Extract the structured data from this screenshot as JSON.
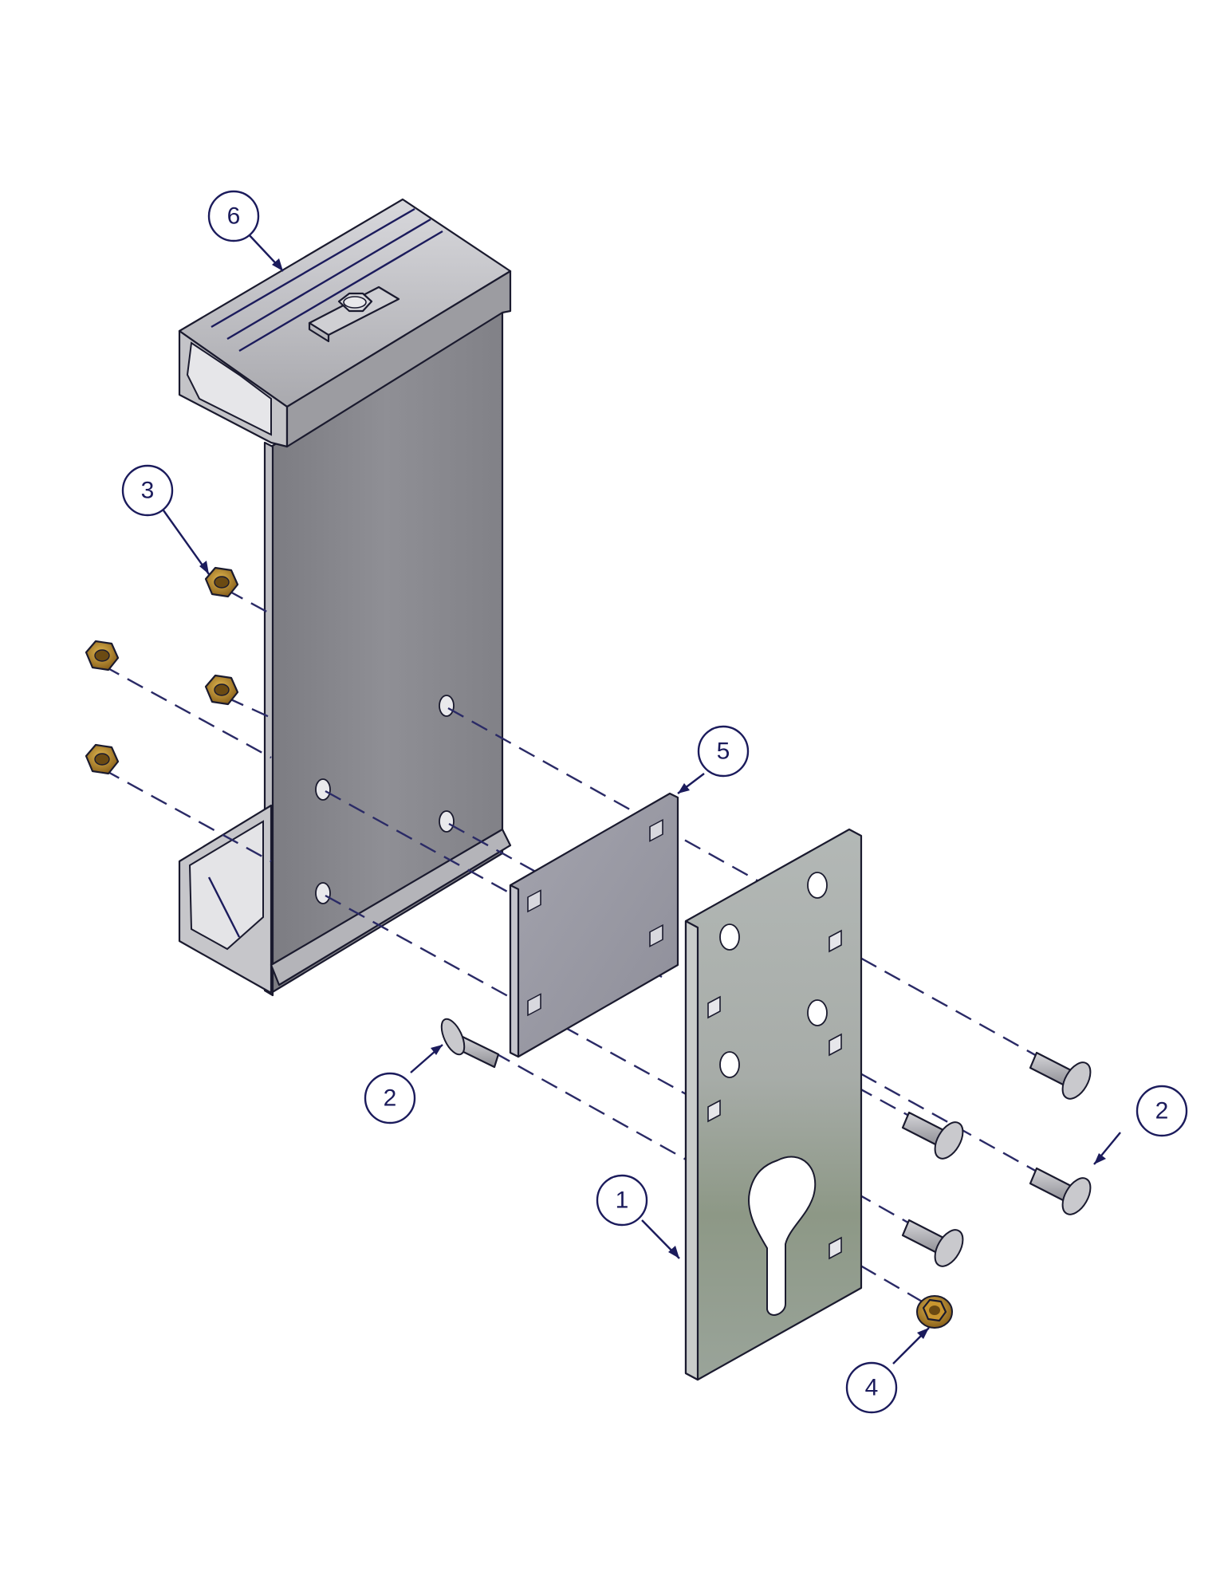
{
  "callouts": [
    {
      "id": "callout-6",
      "label": "6",
      "part": "rail"
    },
    {
      "id": "callout-3",
      "label": "3",
      "part": "hex-nut"
    },
    {
      "id": "callout-5",
      "label": "5",
      "part": "spacer-plate"
    },
    {
      "id": "callout-2a",
      "label": "2",
      "part": "carriage-bolt"
    },
    {
      "id": "callout-2b",
      "label": "2",
      "part": "carriage-bolt"
    },
    {
      "id": "callout-1",
      "label": "1",
      "part": "mounting-plate"
    },
    {
      "id": "callout-4",
      "label": "4",
      "part": "flange-nut"
    }
  ],
  "colors": {
    "ink": "#1b1b5c",
    "rail_face": "#8a8a8f",
    "rail_light": "#c9c9cc",
    "spacer": "#9a9aa6",
    "plate": "#9aa29a",
    "nut": "#b8862a",
    "bolt": "#b9b9bd"
  }
}
